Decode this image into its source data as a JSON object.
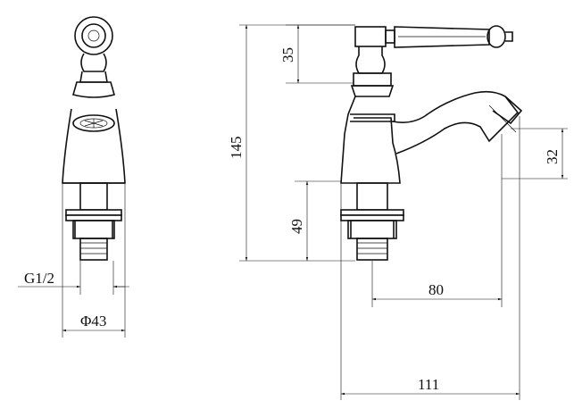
{
  "dimensions": {
    "d35": "35",
    "d145": "145",
    "d49": "49",
    "d32": "32",
    "d80": "80",
    "d111": "111",
    "thread": "G1/2",
    "diameter": "Φ43"
  }
}
